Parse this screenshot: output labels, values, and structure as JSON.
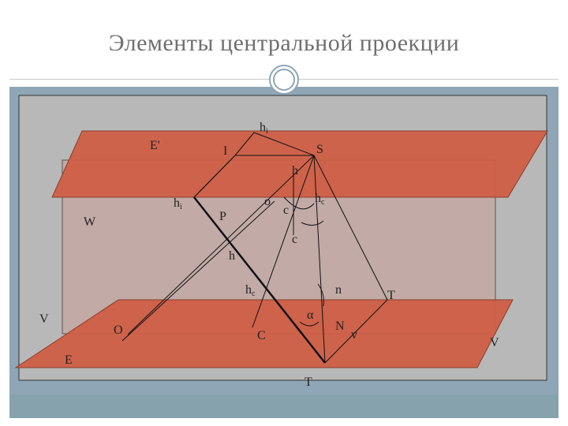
{
  "title": "Элементы центральной проекции",
  "labels": {
    "E_prime": "E'",
    "I": "I",
    "S": "S",
    "hi_top": "h",
    "hi_top_sub": "i",
    "h": "h",
    "hi_left": "h",
    "hi_left_sub": "i",
    "o": "o",
    "c_angle": "c",
    "hc_right": "h",
    "hc_right_sub": "c",
    "W": "W",
    "P": "P",
    "c": "c",
    "h_mid": "h",
    "hc_mid": "h",
    "hc_mid_sub": "c",
    "n": "n",
    "T_right": "T",
    "V_left": "V",
    "alpha": "α",
    "O": "O",
    "C": "C",
    "N": "N",
    "v": "v",
    "V_right": "V",
    "E": "E",
    "T_bottom": "T"
  },
  "colors": {
    "plane_fill": "#cf5e45",
    "vertical_plane_fill": "#c2aaa6",
    "slide_band": "#8fa6b6",
    "title_color": "#6f6f6f"
  }
}
